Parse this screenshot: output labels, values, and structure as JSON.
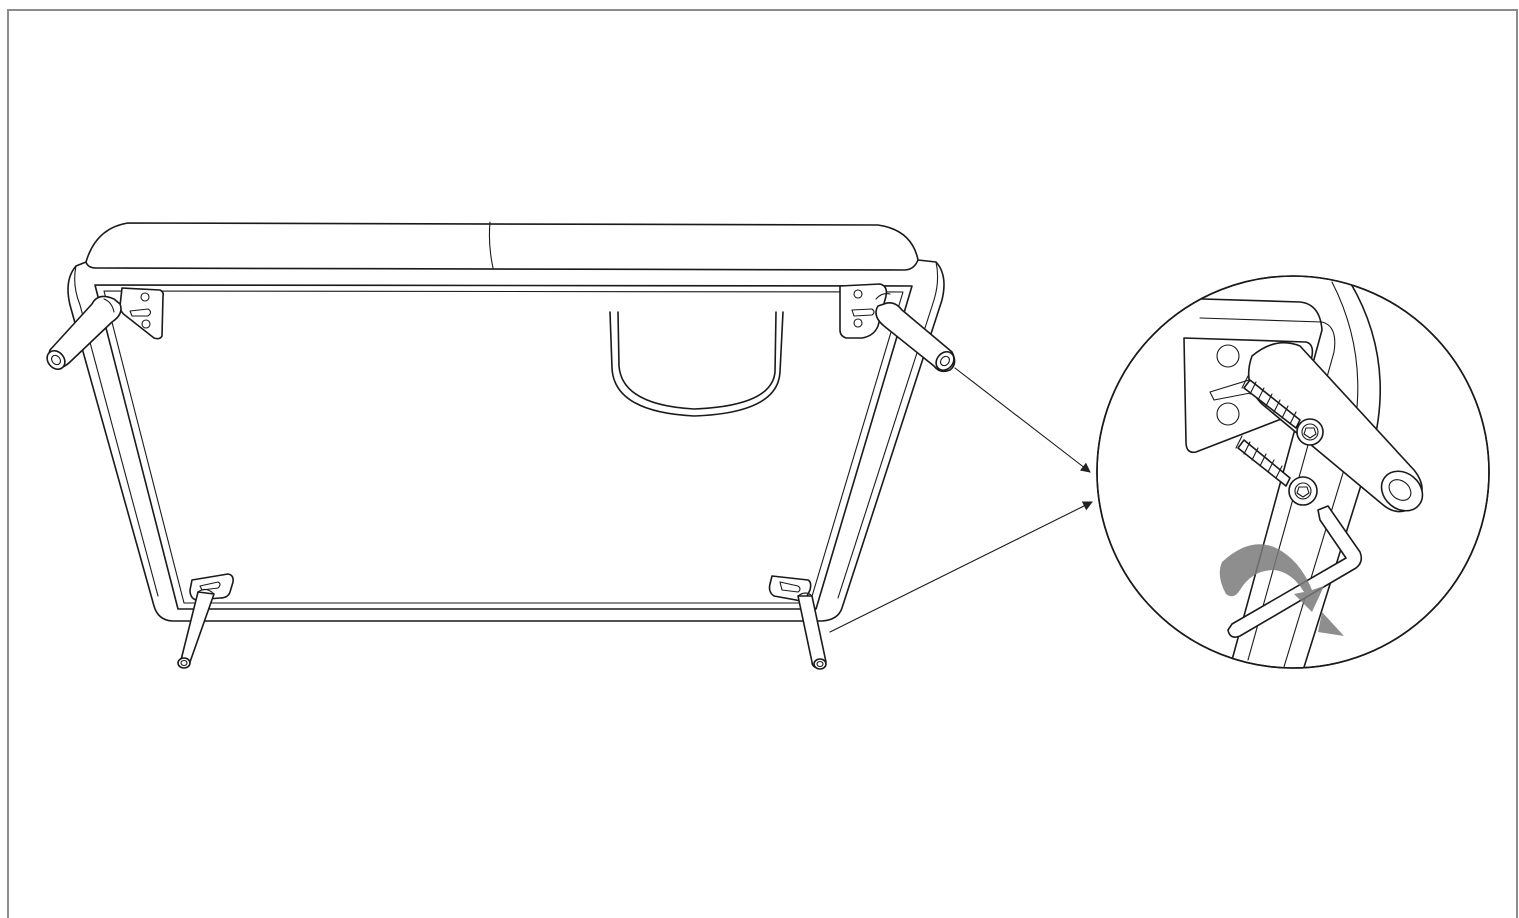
{
  "figure": {
    "frame_color": "#8c8c8c",
    "line_color": "#1a1a1a",
    "arrow_color": "#222222",
    "motion_arrow_color": "#7a7a7a",
    "elements": [
      "bench-underside",
      "front-left-leg",
      "front-right-leg",
      "rear-left-leg",
      "rear-right-leg",
      "handle",
      "detail-magnifier",
      "pointer-arrows",
      "screws",
      "allen-key",
      "rotation-arrow"
    ]
  }
}
